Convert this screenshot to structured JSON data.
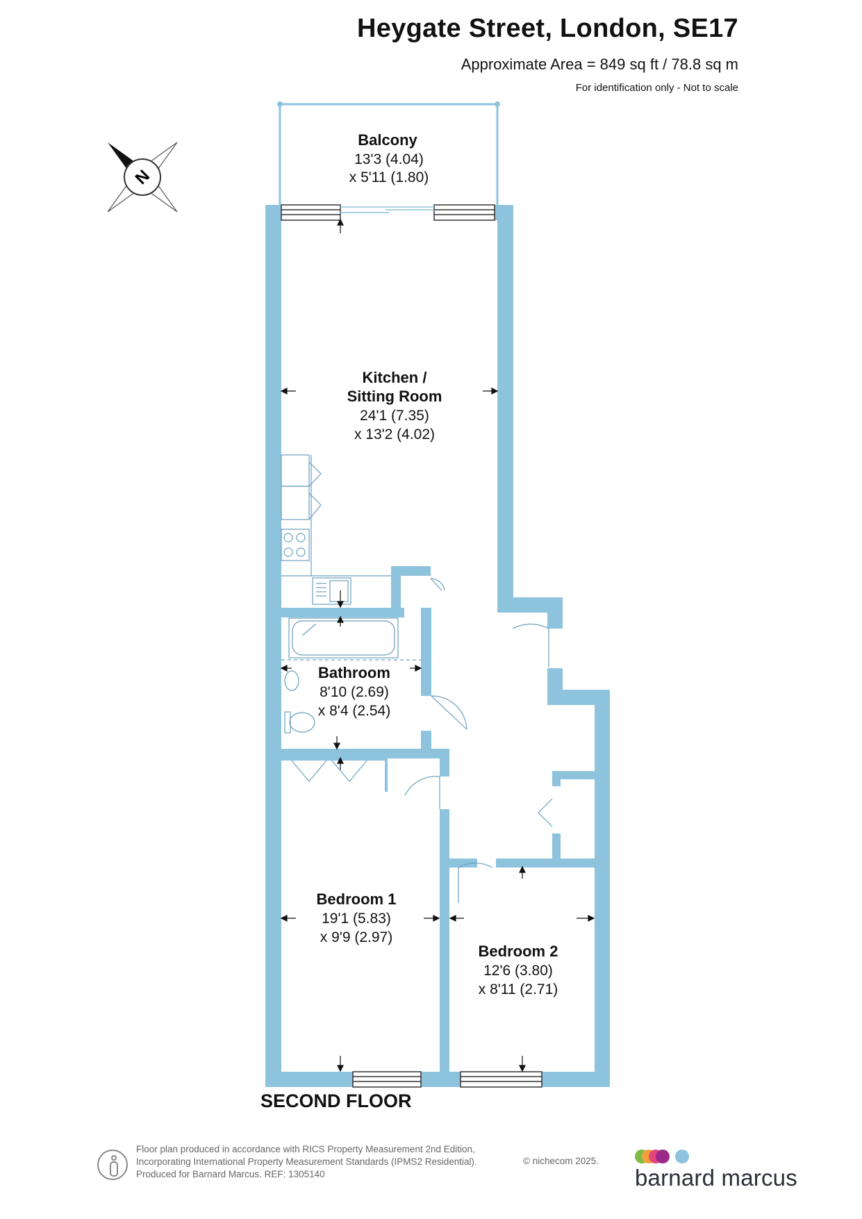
{
  "header": {
    "title": "Heygate Street, London, SE17",
    "area": "Approximate Area = 849 sq ft / 78.8 sq m",
    "note": "For identification only - Not to scale"
  },
  "compass": {
    "letter": "N"
  },
  "rooms": [
    {
      "id": "balcony",
      "name": "Balcony",
      "dims": [
        "13'3 (4.04)",
        "x 5'11 (1.80)"
      ]
    },
    {
      "id": "kitchen",
      "name": [
        "Kitchen /",
        "Sitting Room"
      ],
      "dims": [
        "24'1 (7.35)",
        "x 13'2 (4.02)"
      ]
    },
    {
      "id": "bathroom",
      "name": "Bathroom",
      "dims": [
        "8'10 (2.69)",
        "x 8'4 (2.54)"
      ]
    },
    {
      "id": "bedroom1",
      "name": "Bedroom 1",
      "dims": [
        "19'1 (5.83)",
        "x 9'9 (2.97)"
      ]
    },
    {
      "id": "bedroom2",
      "name": "Bedroom 2",
      "dims": [
        "12'6 (3.80)",
        "x 8'11 (2.71)"
      ]
    }
  ],
  "floor_label": "SECOND FLOOR",
  "footer": {
    "lines": [
      "Floor plan produced in accordance with RICS Property Measurement 2nd Edition,",
      "Incorporating International Property Measurement Standards (IPMS2 Residential).",
      "Produced for Barnard Marcus.   REF:  1305140"
    ],
    "copyright": "© nichecom 2025."
  },
  "brand": {
    "name": "barnard marcus",
    "dot_colors": [
      "#7dbb42",
      "#f2a03d",
      "#e0457b",
      "#9b2a86",
      "#8ec3de"
    ]
  },
  "colors": {
    "wall": "#8ec3de",
    "line": "#6a9fbd"
  }
}
